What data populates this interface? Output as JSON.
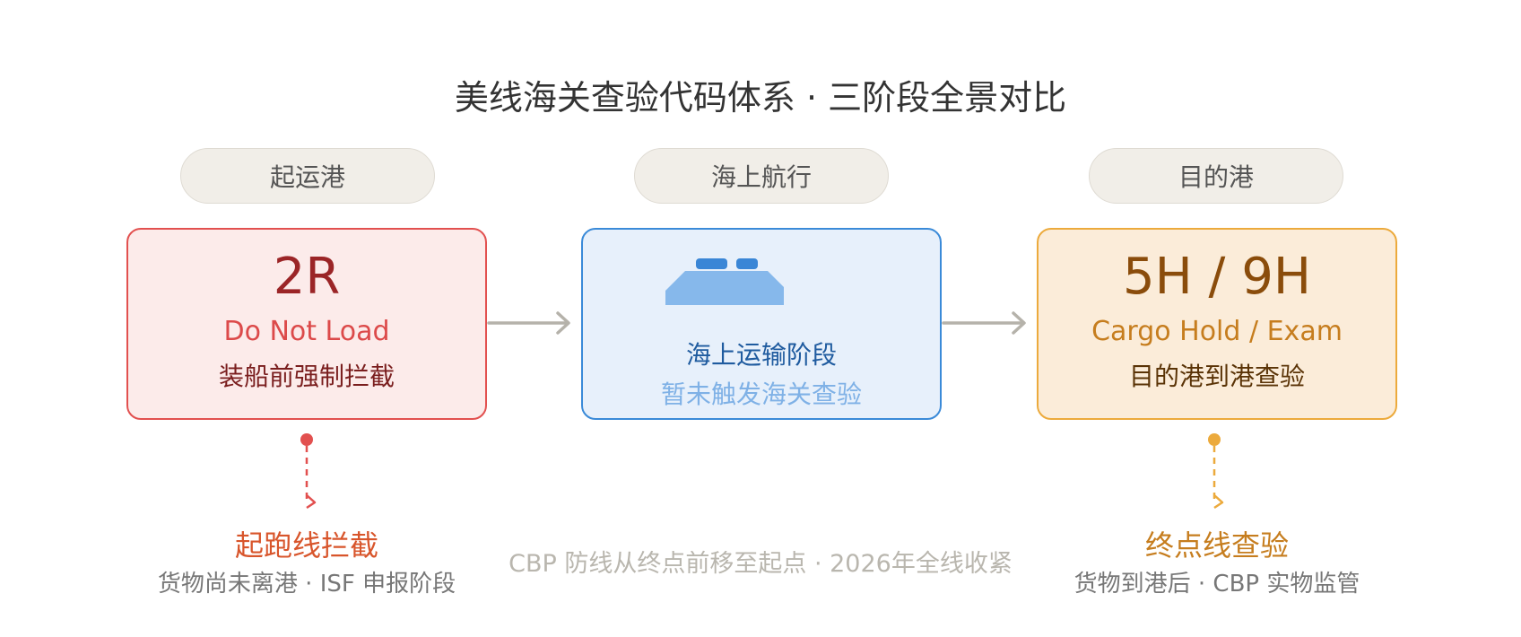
{
  "title": "美线海关查验代码体系 · 三阶段全景对比",
  "stages": [
    {
      "label": "起运港"
    },
    {
      "label": "海上航行"
    },
    {
      "label": "目的港"
    }
  ],
  "cards": {
    "origin": {
      "code": "2R",
      "name_en": "Do Not Load",
      "name_cn": "装船前强制拦截"
    },
    "transit": {
      "icon": "ship-icon",
      "line1": "海上运输阶段",
      "line2": "暂未触发海关查验"
    },
    "destination": {
      "code": "5H / 9H",
      "name_en": "Cargo Hold / Exam",
      "name_cn": "目的港到港查验"
    }
  },
  "bottom": {
    "origin": {
      "title": "起跑线拦截",
      "subtitle": "货物尚未离港 · ISF 申报阶段"
    },
    "destination": {
      "title": "终点线查验",
      "subtitle": "货物到港后 · CBP 实物监管"
    },
    "note": "CBP 防线从终点前移至起点 · 2026年全线收紧"
  },
  "colors": {
    "red": "#e2504f",
    "blue": "#3a8ad8",
    "orange": "#ecaa3c",
    "arrow": "#b5b2aa"
  }
}
